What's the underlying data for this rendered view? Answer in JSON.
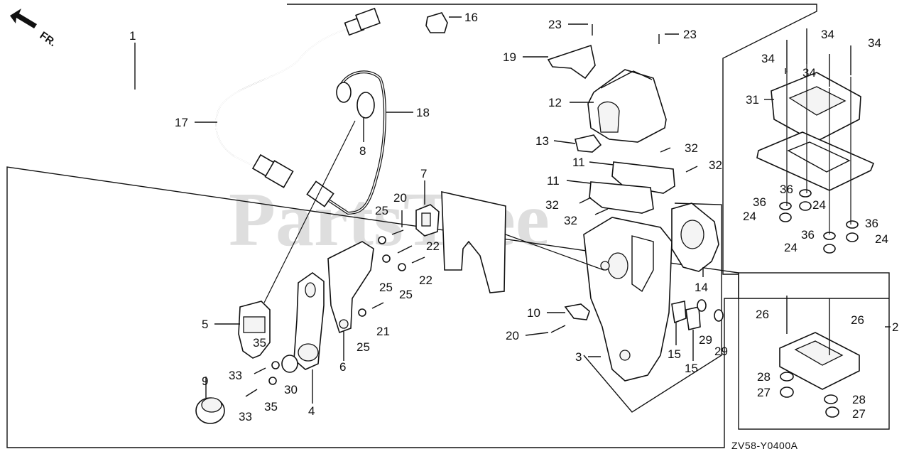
{
  "watermark": "PartsTree",
  "direction_label": "FR.",
  "diagram_code": "ZV58-Y0400A",
  "callouts": [
    {
      "id": "c1",
      "text": "1"
    },
    {
      "id": "c2",
      "text": "2"
    },
    {
      "id": "c3",
      "text": "3"
    },
    {
      "id": "c4",
      "text": "4"
    },
    {
      "id": "c5",
      "text": "5"
    },
    {
      "id": "c6",
      "text": "6"
    },
    {
      "id": "c7",
      "text": "7"
    },
    {
      "id": "c8",
      "text": "8"
    },
    {
      "id": "c9",
      "text": "9"
    },
    {
      "id": "c10",
      "text": "10"
    },
    {
      "id": "c11a",
      "text": "11"
    },
    {
      "id": "c11b",
      "text": "11"
    },
    {
      "id": "c12",
      "text": "12"
    },
    {
      "id": "c13",
      "text": "13"
    },
    {
      "id": "c14",
      "text": "14"
    },
    {
      "id": "c15a",
      "text": "15"
    },
    {
      "id": "c15b",
      "text": "15"
    },
    {
      "id": "c16",
      "text": "16"
    },
    {
      "id": "c17",
      "text": "17"
    },
    {
      "id": "c18",
      "text": "18"
    },
    {
      "id": "c19",
      "text": "19"
    },
    {
      "id": "c20a",
      "text": "20"
    },
    {
      "id": "c20b",
      "text": "20"
    },
    {
      "id": "c21",
      "text": "21"
    },
    {
      "id": "c22a",
      "text": "22"
    },
    {
      "id": "c22b",
      "text": "22"
    },
    {
      "id": "c23a",
      "text": "23"
    },
    {
      "id": "c23b",
      "text": "23"
    },
    {
      "id": "c24a",
      "text": "24"
    },
    {
      "id": "c24b",
      "text": "24"
    },
    {
      "id": "c24c",
      "text": "24"
    },
    {
      "id": "c24d",
      "text": "24"
    },
    {
      "id": "c25a",
      "text": "25"
    },
    {
      "id": "c25b",
      "text": "25"
    },
    {
      "id": "c25c",
      "text": "25"
    },
    {
      "id": "c25d",
      "text": "25"
    },
    {
      "id": "c26a",
      "text": "26"
    },
    {
      "id": "c26b",
      "text": "26"
    },
    {
      "id": "c27a",
      "text": "27"
    },
    {
      "id": "c27b",
      "text": "27"
    },
    {
      "id": "c28a",
      "text": "28"
    },
    {
      "id": "c28b",
      "text": "28"
    },
    {
      "id": "c29a",
      "text": "29"
    },
    {
      "id": "c29b",
      "text": "29"
    },
    {
      "id": "c30",
      "text": "30"
    },
    {
      "id": "c31",
      "text": "31"
    },
    {
      "id": "c32a",
      "text": "32"
    },
    {
      "id": "c32b",
      "text": "32"
    },
    {
      "id": "c32c",
      "text": "32"
    },
    {
      "id": "c32d",
      "text": "32"
    },
    {
      "id": "c33a",
      "text": "33"
    },
    {
      "id": "c33b",
      "text": "33"
    },
    {
      "id": "c34a",
      "text": "34"
    },
    {
      "id": "c34b",
      "text": "34"
    },
    {
      "id": "c34c",
      "text": "34"
    },
    {
      "id": "c34d",
      "text": "34"
    },
    {
      "id": "c35a",
      "text": "35"
    },
    {
      "id": "c35b",
      "text": "35"
    },
    {
      "id": "c36a",
      "text": "36"
    },
    {
      "id": "c36b",
      "text": "36"
    },
    {
      "id": "c36c",
      "text": "36"
    },
    {
      "id": "c36d",
      "text": "36"
    }
  ]
}
